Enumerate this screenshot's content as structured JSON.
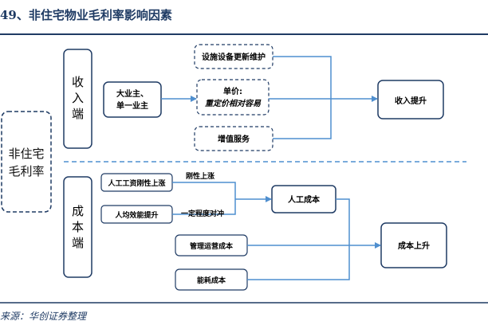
{
  "header": {
    "title": "49、非住宅物业毛利率影响因素"
  },
  "footer": {
    "source": "来源：华创证券整理"
  },
  "diagram": {
    "root": "非住宅毛利率",
    "income_side": {
      "label": "收入端",
      "drivers": [
        "大业主、",
        "单一业主"
      ],
      "factors": {
        "upgrade": "设施设备更新维护",
        "price_line1": "单价:",
        "price_line2": "重定价相对容易",
        "value_added": "增值服务"
      },
      "result": "收入提升"
    },
    "cost_side": {
      "label": "成本端",
      "factors": {
        "wage": "人工工资刚性上涨",
        "efficiency": "人均效能提升",
        "mgmt": "管理运营成本",
        "energy": "能耗成本"
      },
      "edge_labels": {
        "rigid": "刚性上涨",
        "hedge": "一定程度对冲"
      },
      "labor_cost": "人工成本",
      "result": "成本上升"
    },
    "colors": {
      "border": "#1f3b64",
      "arrow": "#4f8fcf",
      "divider": "#4f8fcf",
      "dash": "#1f3b64"
    }
  }
}
